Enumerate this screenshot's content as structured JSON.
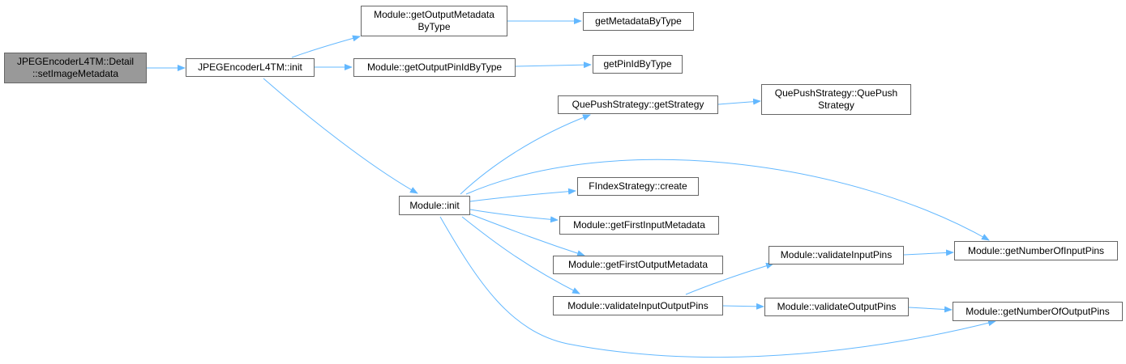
{
  "theme": {
    "edge_color": "#63b8ff",
    "node_border": "#666666",
    "root_fill": "#999999",
    "node_fill": "#ffffff"
  },
  "nodes": {
    "root": {
      "line1": "JPEGEncoderL4TM::Detail",
      "line2": "::setImageMetadata"
    },
    "jpeg_init": {
      "line1": "JPEGEncoderL4TM::init"
    },
    "get_output_metadata_by_type": {
      "line1": "Module::getOutputMetadata",
      "line2": "ByType"
    },
    "get_metadata_by_type": {
      "line1": "getMetadataByType"
    },
    "get_output_pin_id_by_type": {
      "line1": "Module::getOutputPinIdByType"
    },
    "get_pin_id_by_type": {
      "line1": "getPinIdByType"
    },
    "module_init": {
      "line1": "Module::init"
    },
    "que_push_get_strategy": {
      "line1": "QuePushStrategy::getStrategy"
    },
    "que_push_ctor": {
      "line1": "QuePushStrategy::QuePush",
      "line2": "Strategy"
    },
    "findex_create": {
      "line1": "FIndexStrategy::create"
    },
    "get_first_input_metadata": {
      "line1": "Module::getFirstInputMetadata"
    },
    "get_first_output_metadata": {
      "line1": "Module::getFirstOutputMetadata"
    },
    "validate_input_output_pins": {
      "line1": "Module::validateInputOutputPins"
    },
    "validate_input_pins": {
      "line1": "Module::validateInputPins"
    },
    "validate_output_pins": {
      "line1": "Module::validateOutputPins"
    },
    "get_number_of_input_pins": {
      "line1": "Module::getNumberOfInputPins"
    },
    "get_number_of_output_pins": {
      "line1": "Module::getNumberOfOutputPins"
    }
  }
}
